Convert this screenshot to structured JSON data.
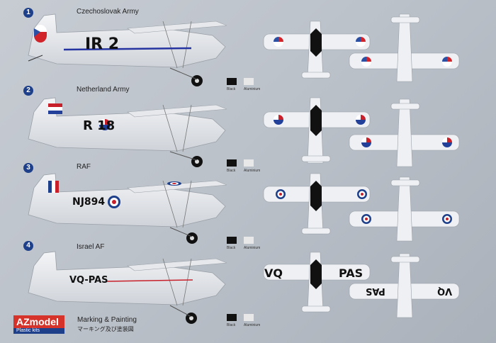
{
  "profiles": [
    {
      "number": "1",
      "title": "Czechoslovak Army",
      "registration": "IR 2"
    },
    {
      "number": "2",
      "title": "Netherland Army",
      "registration": "R 18"
    },
    {
      "number": "3",
      "title": "RAF",
      "registration": "NJ894"
    },
    {
      "number": "4",
      "title": "Israel AF",
      "registration": "VQ-PAS"
    }
  ],
  "swatches": {
    "black_label": "Black",
    "aluminium_label": "Aluminium",
    "black_color": "#111111",
    "aluminium_color": "#e8e8e8"
  },
  "plan_view_text": {
    "left": "VQ",
    "right": "PAS",
    "under_left": "PAS",
    "under_right": "VQ"
  },
  "footer": {
    "title": "Marking & Painting",
    "subtitle": "マーキング及び塗装図",
    "logo_mark": "AZmodel",
    "logo_sub": "Plastic kits"
  },
  "colors": {
    "roundel_blue": "#1e3f8a",
    "roundel_red": "#c8202a",
    "cz_blue": "#2b4fa3",
    "cz_red": "#d1232a",
    "nl_blue": "#22409a"
  }
}
